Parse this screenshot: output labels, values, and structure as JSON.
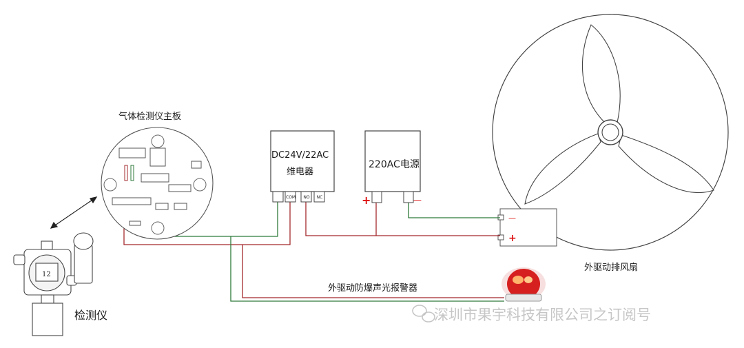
{
  "labels": {
    "board": "气体检测仪主板",
    "relay_line1": "DC24V/22AC",
    "relay_line2": "维电器",
    "power": "220AC电源",
    "fan": "外驱动排风扇",
    "alarm": "外驱动防爆声光报警器",
    "detector": "检测仪"
  },
  "relay_terminals": [
    "COM",
    "NO",
    "NC"
  ],
  "power_polarity": {
    "positive": "+",
    "negative": "—"
  },
  "fan_polarity": {
    "negative": "—",
    "positive": "+"
  },
  "detector_display": "12",
  "watermark": {
    "icon": "wechat-icon",
    "text": "深圳市果宇科技有限公司之订阅号"
  },
  "colors": {
    "wire_red": "#a3282c",
    "wire_green": "#2e7a3a",
    "outline": "#555555",
    "beacon_red": "#d61f1f",
    "watermark": "#c6c6c6"
  }
}
